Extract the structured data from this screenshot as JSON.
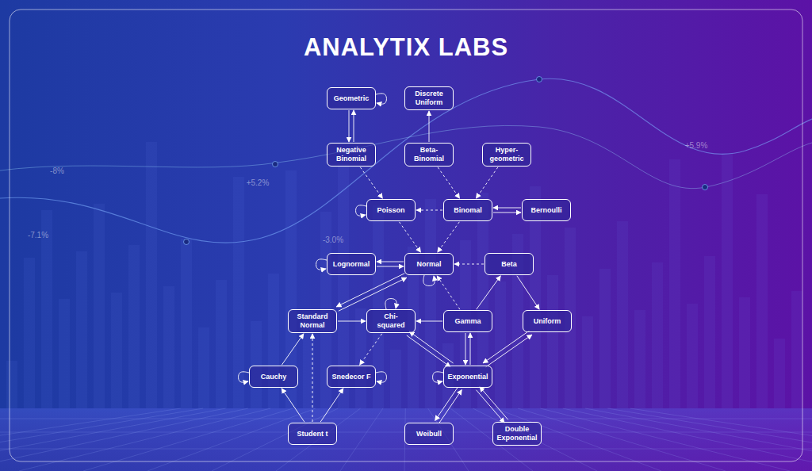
{
  "diagram": {
    "title": "ANALYTIX LABS",
    "nodes": [
      {
        "text": [
          "Geometric"
        ]
      },
      {
        "text": [
          "Discrete Uniform"
        ]
      },
      {
        "text": [
          "Negative Binomial"
        ]
      },
      {
        "text": [
          "Beta-Binomial"
        ]
      },
      {
        "text": [
          "Hyper-geometric"
        ]
      },
      {
        "text": [
          "Poisson"
        ]
      },
      {
        "text": [
          "Binomal"
        ]
      },
      {
        "text": [
          "Bernoulli"
        ]
      },
      {
        "text": [
          "Lognormal"
        ]
      },
      {
        "text": [
          "Normal"
        ]
      },
      {
        "text": [
          "Beta"
        ]
      },
      {
        "text": [
          "Standard Normal"
        ]
      },
      {
        "text": [
          "Chi-squared"
        ]
      },
      {
        "text": [
          "Gamma"
        ]
      },
      {
        "text": [
          "Uniform"
        ]
      },
      {
        "text": [
          "Cauchy"
        ]
      },
      {
        "text": [
          "Snedecor F"
        ]
      },
      {
        "text": [
          "Exponential"
        ]
      },
      {
        "text": [
          "Student t"
        ]
      },
      {
        "text": [
          "Weibull"
        ]
      },
      {
        "text": [
          "Double Exponential"
        ]
      }
    ],
    "edges": [
      {
        "from": 2,
        "to": 0,
        "arrow": "to"
      },
      {
        "from": 0,
        "to": 2,
        "arrow": "to"
      },
      {
        "from": 0,
        "to": 0,
        "arrow": "to"
      },
      {
        "from": 3,
        "to": 1,
        "arrow": "to"
      },
      {
        "from": 2,
        "to": 5,
        "arrow": "to"
      },
      {
        "from": 3,
        "to": 6,
        "arrow": "to"
      },
      {
        "from": 4,
        "to": 6,
        "arrow": "to"
      },
      {
        "from": 6,
        "to": 5,
        "arrow": "to"
      },
      {
        "from": 6,
        "to": 7,
        "arrow": "to"
      },
      {
        "from": 7,
        "to": 6,
        "arrow": "to"
      },
      {
        "from": 5,
        "to": 5,
        "arrow": "to"
      },
      {
        "from": 5,
        "to": 9,
        "arrow": "to"
      },
      {
        "from": 6,
        "to": 9,
        "arrow": "to"
      },
      {
        "from": 8,
        "to": 9,
        "arrow": "to"
      },
      {
        "from": 9,
        "to": 8,
        "arrow": "to"
      },
      {
        "from": 8,
        "to": 8,
        "arrow": "to"
      },
      {
        "from": 10,
        "to": 9,
        "arrow": "to"
      },
      {
        "from": 9,
        "to": 9,
        "arrow": "to"
      },
      {
        "from": 9,
        "to": 11,
        "arrow": "to"
      },
      {
        "from": 11,
        "to": 9,
        "arrow": "to"
      },
      {
        "from": 13,
        "to": 9,
        "arrow": "to"
      },
      {
        "from": 13,
        "to": 10,
        "arrow": "to"
      },
      {
        "from": 10,
        "to": 14,
        "arrow": "to"
      },
      {
        "from": 11,
        "to": 12,
        "arrow": "to"
      },
      {
        "from": 13,
        "to": 12,
        "arrow": "to"
      },
      {
        "from": 12,
        "to": 12,
        "arrow": "to"
      },
      {
        "from": 12,
        "to": 17,
        "arrow": "to"
      },
      {
        "from": 17,
        "to": 12,
        "arrow": "to"
      },
      {
        "from": 13,
        "to": 17,
        "arrow": "to"
      },
      {
        "from": 17,
        "to": 13,
        "arrow": "to"
      },
      {
        "from": 14,
        "to": 17,
        "arrow": "to"
      },
      {
        "from": 17,
        "to": 14,
        "arrow": "to"
      },
      {
        "from": 12,
        "to": 16,
        "arrow": "to"
      },
      {
        "from": 15,
        "to": 11,
        "arrow": "to"
      },
      {
        "from": 15,
        "to": 15,
        "arrow": "to"
      },
      {
        "from": 16,
        "to": 16,
        "arrow": "to"
      },
      {
        "from": 17,
        "to": 17,
        "arrow": "to"
      },
      {
        "from": 18,
        "to": 15,
        "arrow": "to"
      },
      {
        "from": 18,
        "to": 11,
        "arrow": "to"
      },
      {
        "from": 18,
        "to": 16,
        "arrow": "to"
      },
      {
        "from": 17,
        "to": 19,
        "arrow": "to"
      },
      {
        "from": 19,
        "to": 17,
        "arrow": "to"
      },
      {
        "from": 17,
        "to": 20,
        "arrow": "to"
      },
      {
        "from": 20,
        "to": 17,
        "arrow": "to"
      }
    ],
    "labels": [
      "-8%",
      "+5.2%",
      "-7.1%",
      "-3.0%",
      "+5.9%"
    ]
  }
}
